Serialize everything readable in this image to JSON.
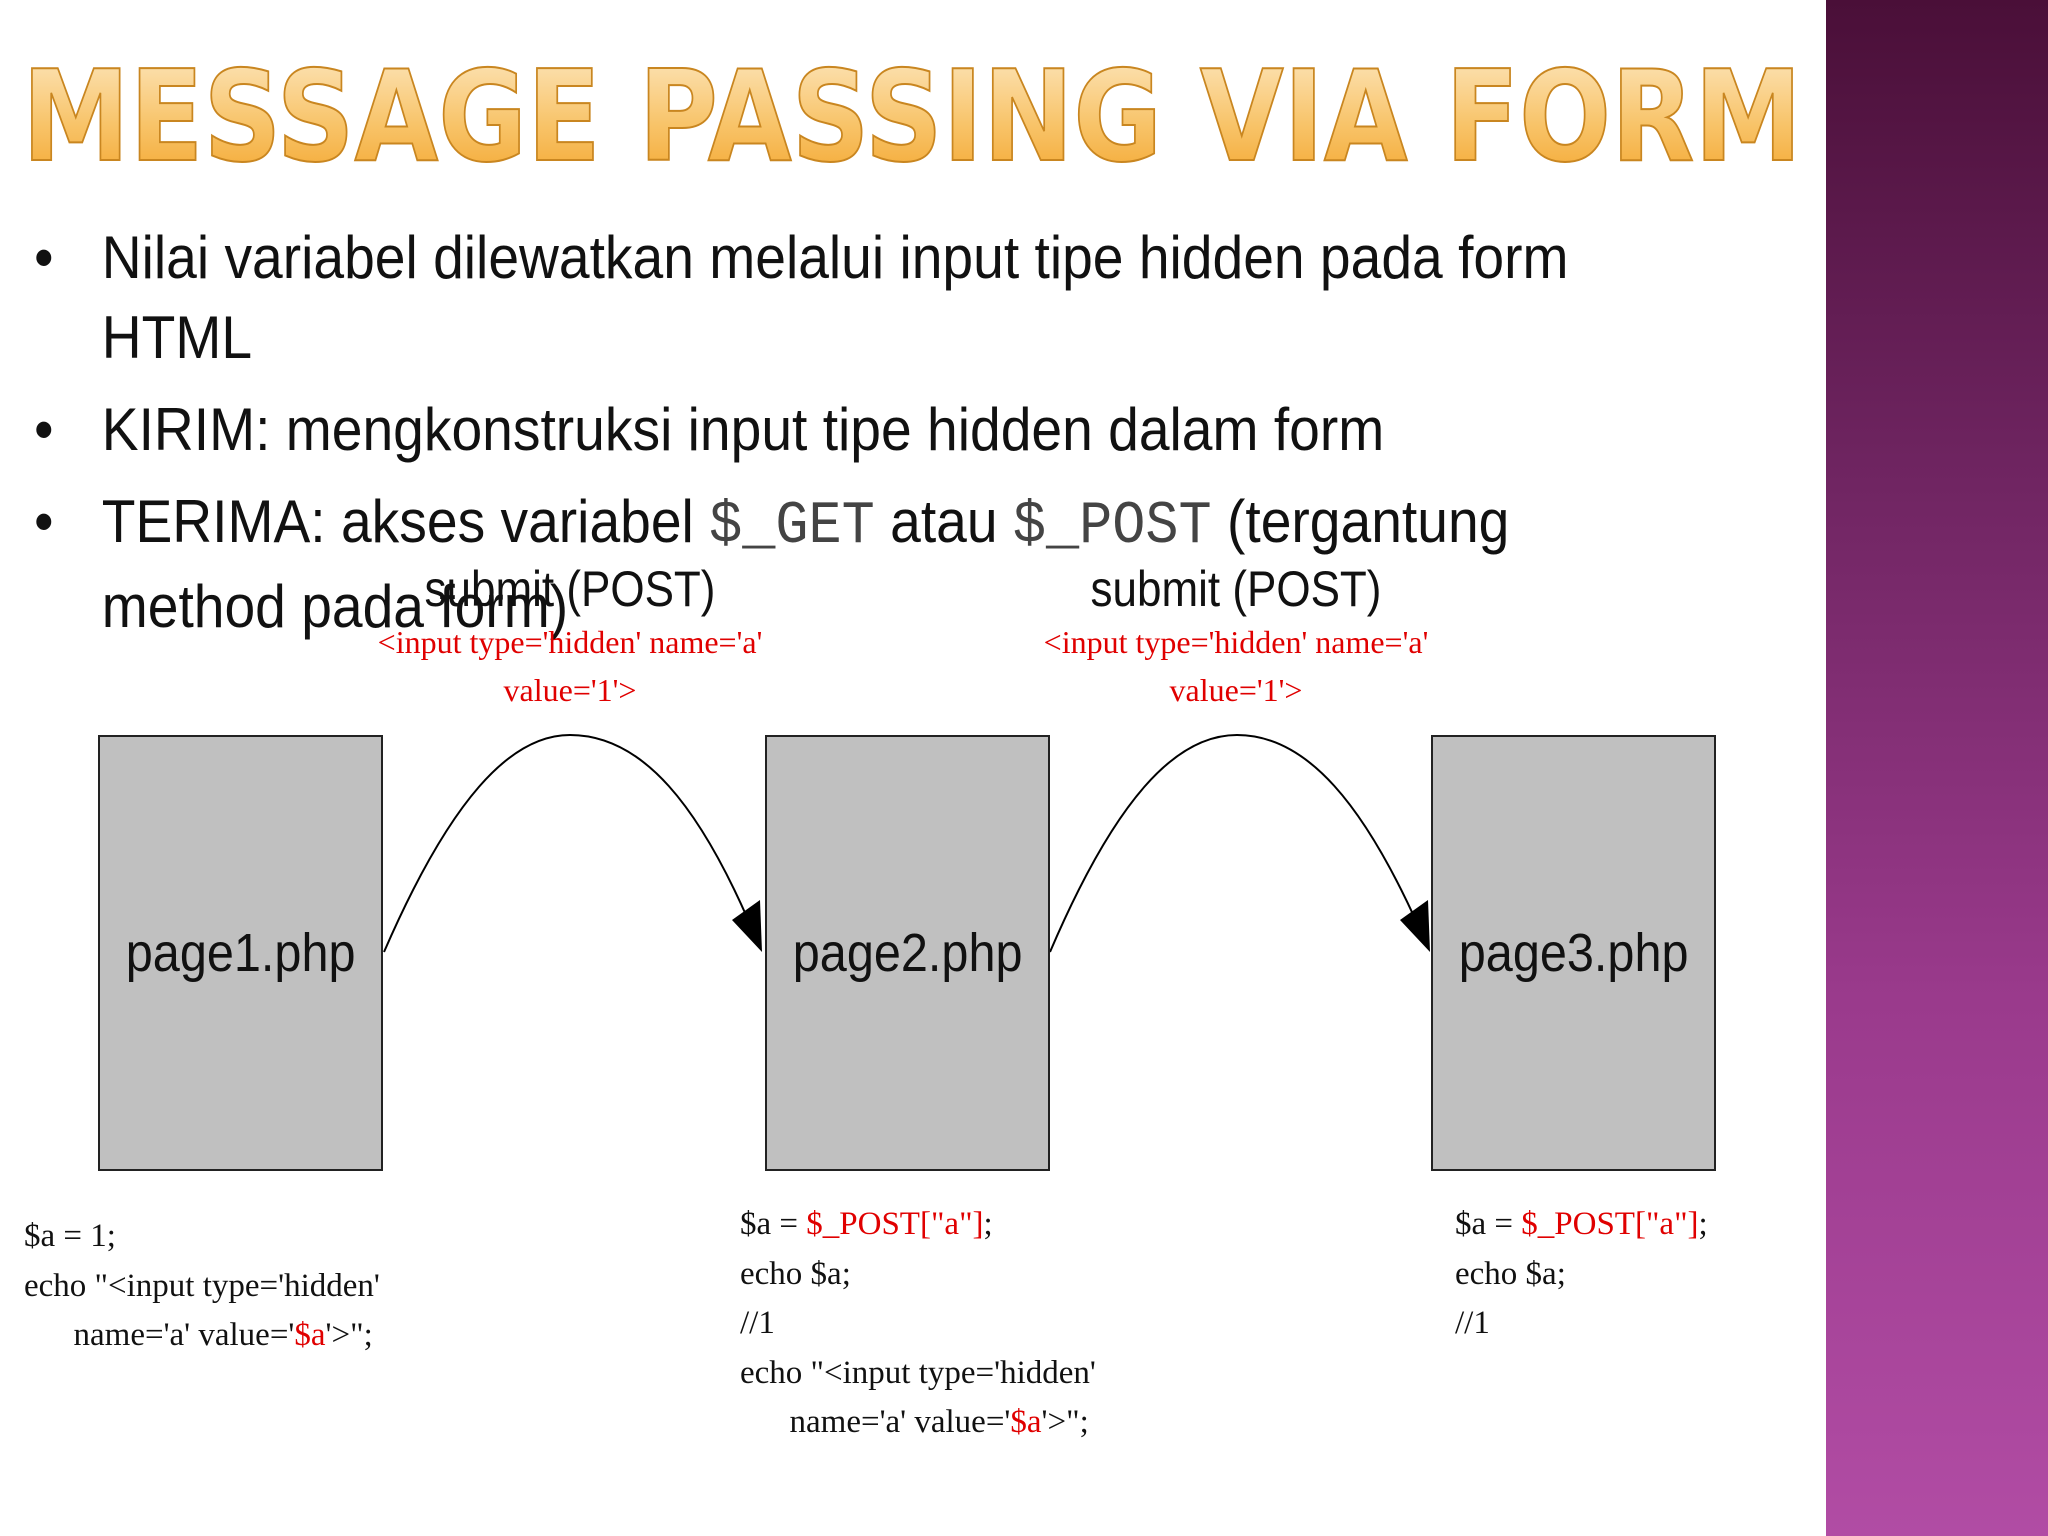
{
  "slide": {
    "title": "MESSAGE PASSING VIA FORM",
    "bullets": [
      {
        "text": "Nilai variabel dilewatkan melalui input tipe hidden pada form HTML"
      },
      {
        "text": "KIRIM: mengkonstruksi input tipe hidden dalam form"
      },
      {
        "pre": "TERIMA: akses variabel ",
        "code1": "$_GET",
        "mid": " atau ",
        "code2": "$_POST",
        "post": "(tergantung method pada form)"
      }
    ],
    "bullet_glyph": "•",
    "colors": {
      "title_fill_top": "#fde3b5",
      "title_fill_bottom": "#f5a623",
      "title_outline": "#c98620",
      "sidebar": "#8e3585",
      "code_highlight": "#e00000",
      "page_fill": "#c0c0c0"
    }
  },
  "diagram": {
    "pages": [
      "page1.php",
      "page2.php",
      "page3.php"
    ],
    "transitions": [
      {
        "label": "submit (POST)",
        "code_line1": "<input type='hidden' name='a'",
        "code_line2": "value='1'>"
      },
      {
        "label": "submit (POST)",
        "code_line1": "<input type='hidden' name='a'",
        "code_line2": "value='1'>"
      }
    ],
    "code_page1": {
      "l1": "$a = 1;",
      "l2": "echo \"<input type='hidden'",
      "l3a": "      name='a' value='",
      "l3b": "$a",
      "l3c": "'>\";"
    },
    "code_page2": {
      "l1a": "$a = ",
      "l1b": "$_POST[\"a\"]",
      "l1c": ";",
      "l2": "echo $a;",
      "l3": "//1",
      "l4": "echo \"<input type='hidden'",
      "l5a": "      name='a' value='",
      "l5b": "$a",
      "l5c": "'>\";"
    },
    "code_page3": {
      "l1a": "$a = ",
      "l1b": "$_POST[\"a\"]",
      "l1c": ";",
      "l2": "echo $a;",
      "l3": "//1"
    }
  }
}
